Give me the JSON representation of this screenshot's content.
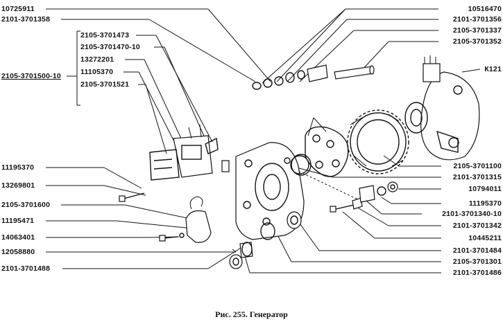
{
  "caption": "Рис. 255. Генератор",
  "labels_left": [
    {
      "id": "l1",
      "text": "10725911"
    },
    {
      "id": "l2",
      "text": "2101-3701358"
    },
    {
      "id": "l3",
      "text": "2105-3701473"
    },
    {
      "id": "l4",
      "text": "2105-3701470-10"
    },
    {
      "id": "l5",
      "text": "13272201"
    },
    {
      "id": "l6",
      "text": "2105-3701500-10"
    },
    {
      "id": "l7",
      "text": "11105370"
    },
    {
      "id": "l8",
      "text": "2105-3701521"
    },
    {
      "id": "l9",
      "text": "11195370"
    },
    {
      "id": "l10",
      "text": "13269801"
    },
    {
      "id": "l11",
      "text": "2105-3701600"
    },
    {
      "id": "l12",
      "text": "11195471"
    },
    {
      "id": "l13",
      "text": "14063401"
    },
    {
      "id": "l14",
      "text": "12058880"
    },
    {
      "id": "l15",
      "text": "2101-3701488"
    }
  ],
  "labels_right": [
    {
      "id": "r1",
      "text": "10516470"
    },
    {
      "id": "r2",
      "text": "2101-3701356"
    },
    {
      "id": "r3",
      "text": "2105-3701337"
    },
    {
      "id": "r4",
      "text": "2105-3701352"
    },
    {
      "id": "r5",
      "text": "К121"
    },
    {
      "id": "r6",
      "text": "2105-3701100"
    },
    {
      "id": "r7",
      "text": "2101-3701315"
    },
    {
      "id": "r8",
      "text": "10794011"
    },
    {
      "id": "r9",
      "text": "11195370"
    },
    {
      "id": "r10",
      "text": "2101-3701340-10"
    },
    {
      "id": "r11",
      "text": "2101-3701342"
    },
    {
      "id": "r12",
      "text": "10445211"
    },
    {
      "id": "r13",
      "text": "2101-3701484"
    },
    {
      "id": "r14",
      "text": "2105-3701301"
    },
    {
      "id": "r15",
      "text": "2101-3701486"
    }
  ]
}
